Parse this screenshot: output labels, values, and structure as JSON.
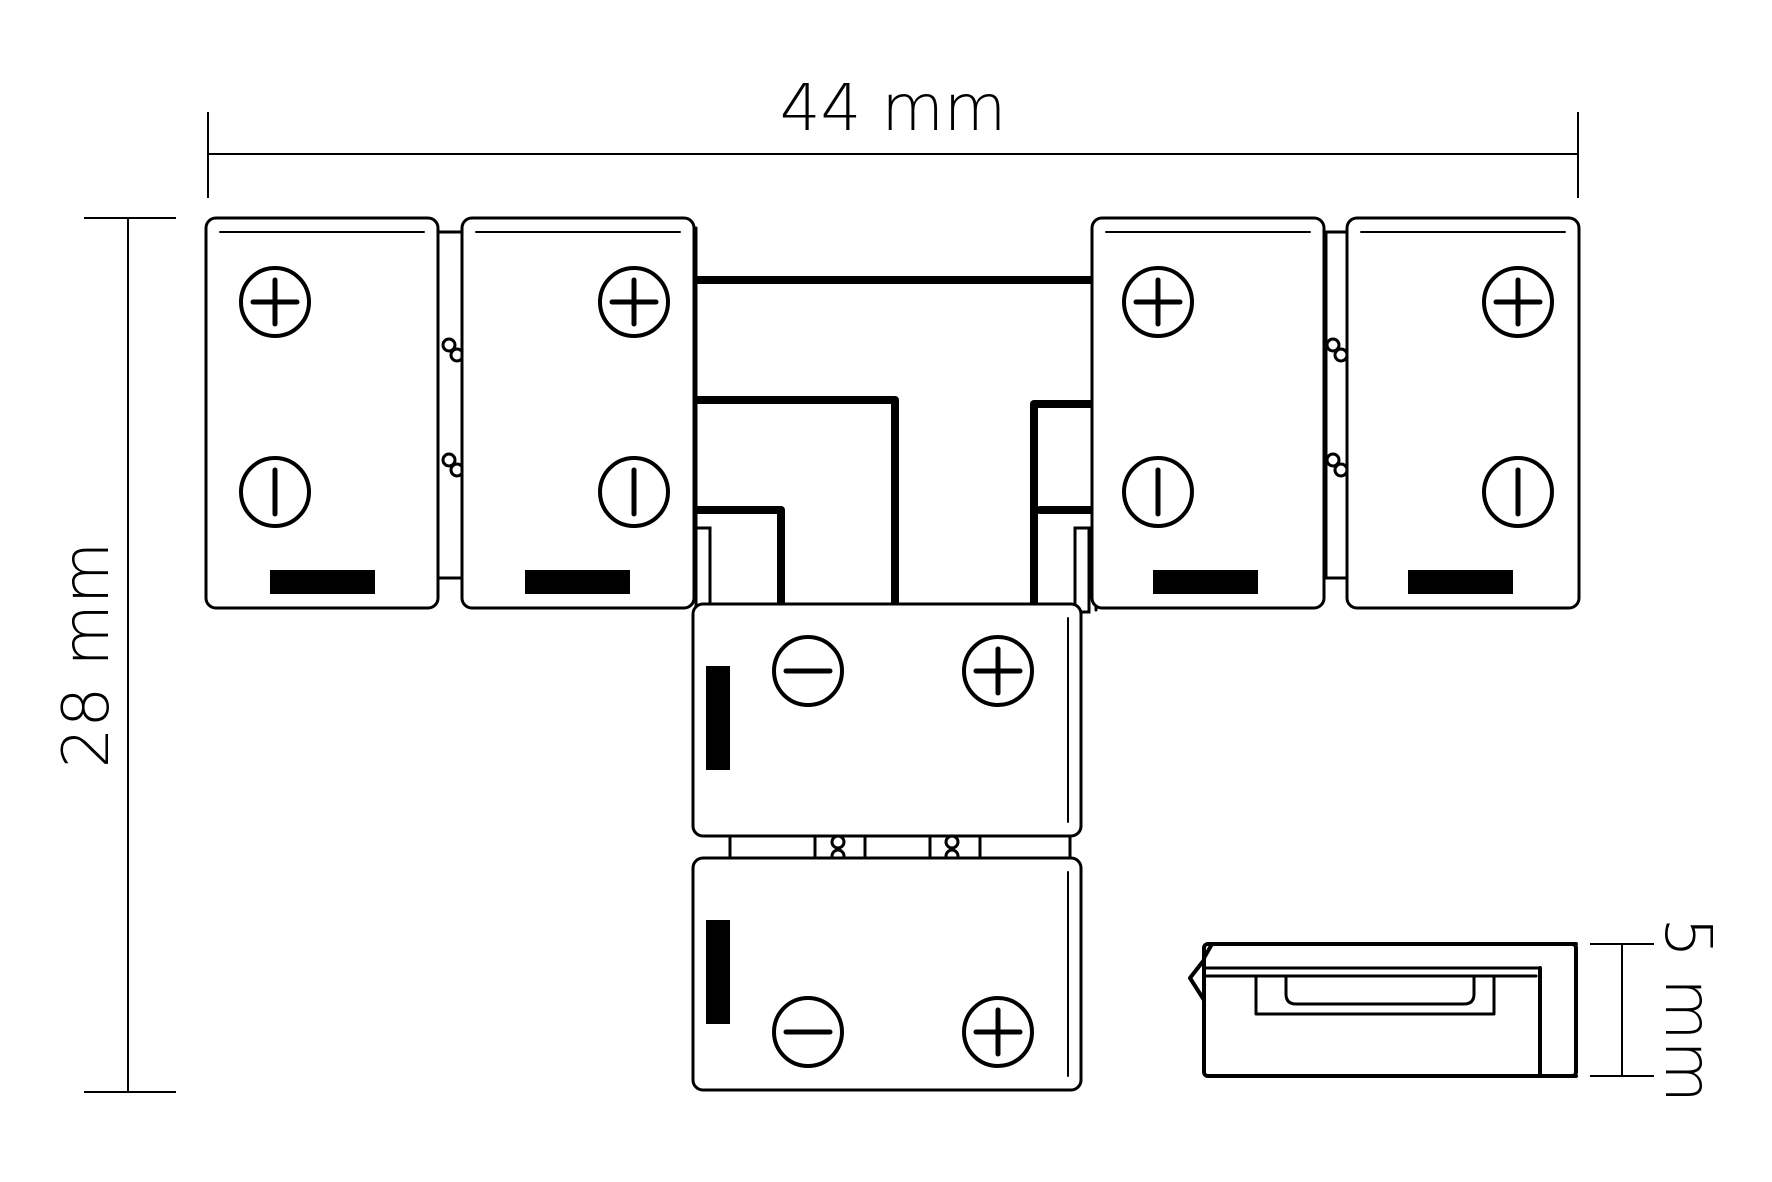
{
  "dimensions": {
    "width_label": "44 mm",
    "height_label": "28 mm",
    "thickness_label": "5 mm"
  },
  "symbols": {
    "plus": "plus-terminal-icon",
    "minus": "minus-terminal-icon"
  },
  "colors": {
    "line": "#000000",
    "background": "#ffffff"
  }
}
